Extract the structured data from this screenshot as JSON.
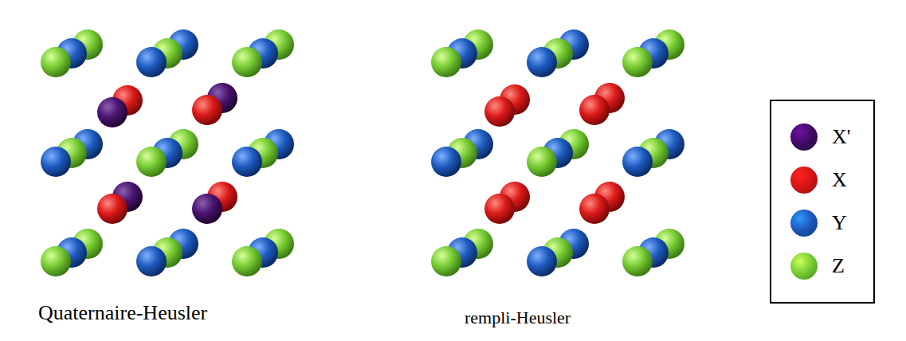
{
  "diagram": {
    "labels": [
      "Quaternaire-Heusler",
      "rempli-Heusler"
    ],
    "legend": [
      {
        "text": "X'",
        "color": "#3d0a5e"
      },
      {
        "text": "X",
        "color": "#d41414"
      },
      {
        "text": "Y",
        "color": "#1b55b5"
      },
      {
        "text": "Z",
        "color": "#72c832"
      }
    ]
  }
}
